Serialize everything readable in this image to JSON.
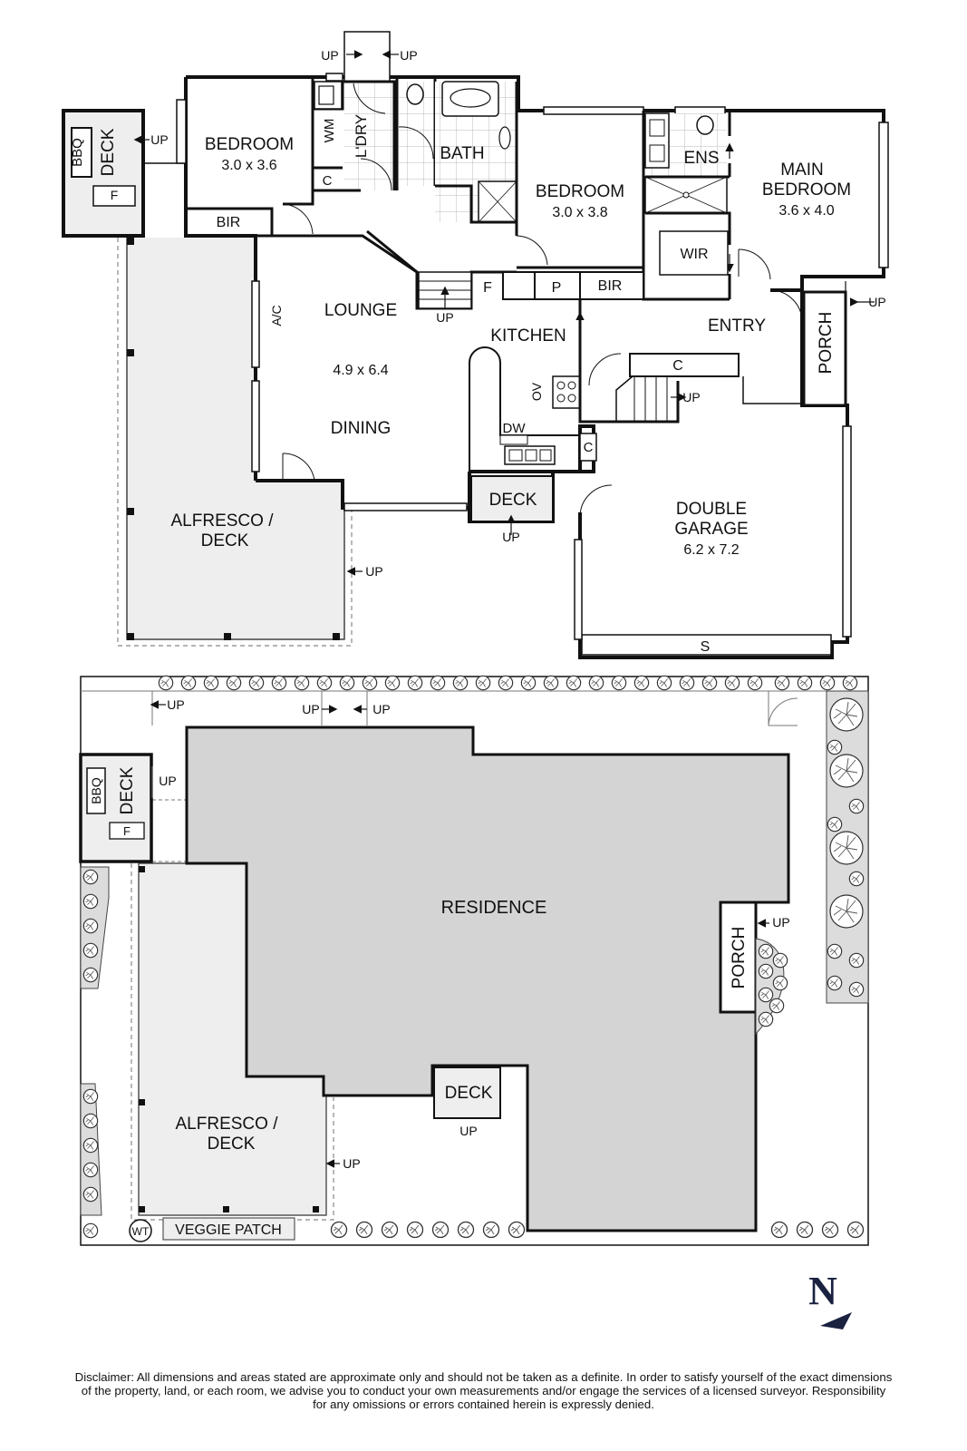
{
  "floor_plan": {
    "rooms": {
      "bedroom_1": {
        "name": "BEDROOM",
        "size": "3.0 x 3.6"
      },
      "bedroom_2": {
        "name": "BEDROOM",
        "size": "3.0 x 3.8"
      },
      "main_bedroom": {
        "line1": "MAIN",
        "line2": "BEDROOM",
        "size": "3.6 x 4.0"
      },
      "lounge": {
        "name": "LOUNGE",
        "size": "4.9 x 6.4",
        "dining": "DINING"
      },
      "kitchen": "KITCHEN",
      "entry": "ENTRY",
      "garage": {
        "line1": "DOUBLE",
        "line2": "GARAGE",
        "size": "6.2 x 7.2"
      },
      "alfresco": {
        "line1": "ALFRESCO /",
        "line2": "DECK"
      },
      "bath": "BATH",
      "ensuite": "ENS",
      "laundry": "L'DRY",
      "wir": "WIR",
      "porch": "PORCH",
      "deck_side": "DECK",
      "deck_kitchen": "DECK",
      "bbq": "BBQ"
    },
    "fixtures": {
      "bir": "BIR",
      "wm": "WM",
      "c": "C",
      "f": "F",
      "p": "P",
      "ac": "A/C",
      "ov": "OV",
      "dw": "DW",
      "s": "S",
      "up": "UP"
    }
  },
  "site_plan": {
    "residence": "RESIDENCE",
    "alfresco": {
      "line1": "ALFRESCO /",
      "line2": "DECK"
    },
    "deck": "DECK",
    "porch": "PORCH",
    "bbq": "BBQ",
    "f": "F",
    "wt": "WT",
    "veggie_patch": "VEGGIE PATCH",
    "up": "UP"
  },
  "compass": "N",
  "disclaimer": {
    "line1": "Disclaimer: All dimensions and areas stated are approximate only and should not be taken as a definite. In order to satisfy yourself of the exact dimensions",
    "line2": "of the property, land, or each room, we advise you to conduct your own measurements and/or engage the services of a licensed surveyor. Responsibility",
    "line3": "for any omissions or errors contained herein is expressly denied."
  },
  "colors": {
    "wall": "#111111",
    "deck_fill": "#eeeeee",
    "residence_fill": "#d4d4d4",
    "tile": "#cccccc"
  }
}
